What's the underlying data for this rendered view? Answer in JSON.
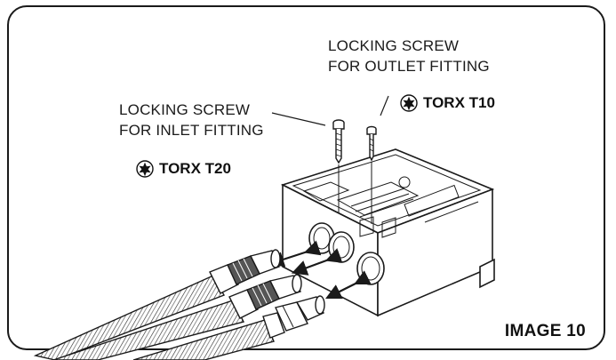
{
  "callouts": {
    "inlet": {
      "line1": "LOCKING SCREW",
      "line2": "FOR INLET FITTING",
      "tool": "TORX T20"
    },
    "outlet": {
      "line1": "LOCKING SCREW",
      "line2": "FOR OUTLET FITTING",
      "tool": "TORX T10"
    }
  },
  "figure_number": "IMAGE 10",
  "icons": {
    "torx": "torx-star-icon"
  },
  "colors": {
    "ink": "#1a1a1a",
    "frame": "#1a1a1a",
    "background": "#ffffff"
  }
}
